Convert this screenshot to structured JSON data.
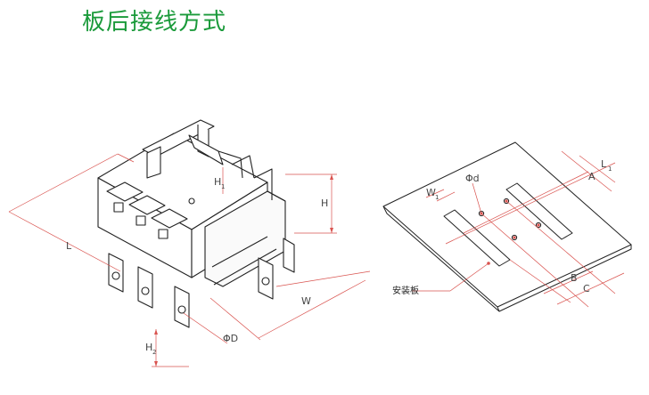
{
  "title": "板后接线方式",
  "colors": {
    "title": "#1a9a3a",
    "dimension": "#d9534f",
    "drawing": "#222222"
  },
  "left_view": {
    "labels": {
      "L": "L",
      "H": "H",
      "W": "W",
      "H1": "H",
      "H1_sub": "1",
      "H2": "H",
      "H2_sub": "2",
      "phiD": "ΦD"
    }
  },
  "right_view": {
    "labels": {
      "L1": "L",
      "L1_sub": "1",
      "W1": "W",
      "W1_sub": "1",
      "phid": "Φd",
      "A": "A",
      "B": "B",
      "C": "C",
      "plate": "安装板"
    }
  }
}
